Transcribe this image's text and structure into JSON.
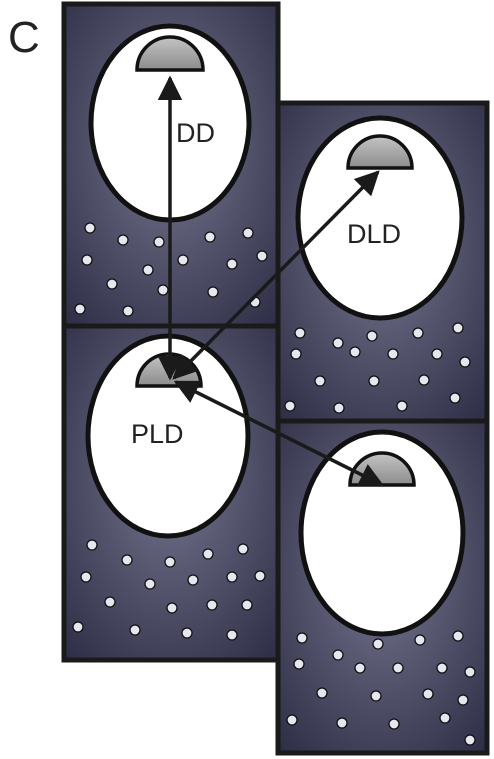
{
  "panel_letter": "C",
  "labels": {
    "dd": "DD",
    "dld": "DLD",
    "pld": "PLD"
  },
  "colors": {
    "cell_fill_dark": "#2c2c44",
    "cell_fill_light": "#74748e",
    "cell_border": "#1a1a1a",
    "nucleus_fill": "#ffffff",
    "centrosome_fill": "#a4a4a4",
    "arrow": "#1a1a1a",
    "dot_fill": "#e6e6ee"
  },
  "icons": {
    "centrosome": "half-dome-shape",
    "arrow": "double-headed-arrow"
  }
}
